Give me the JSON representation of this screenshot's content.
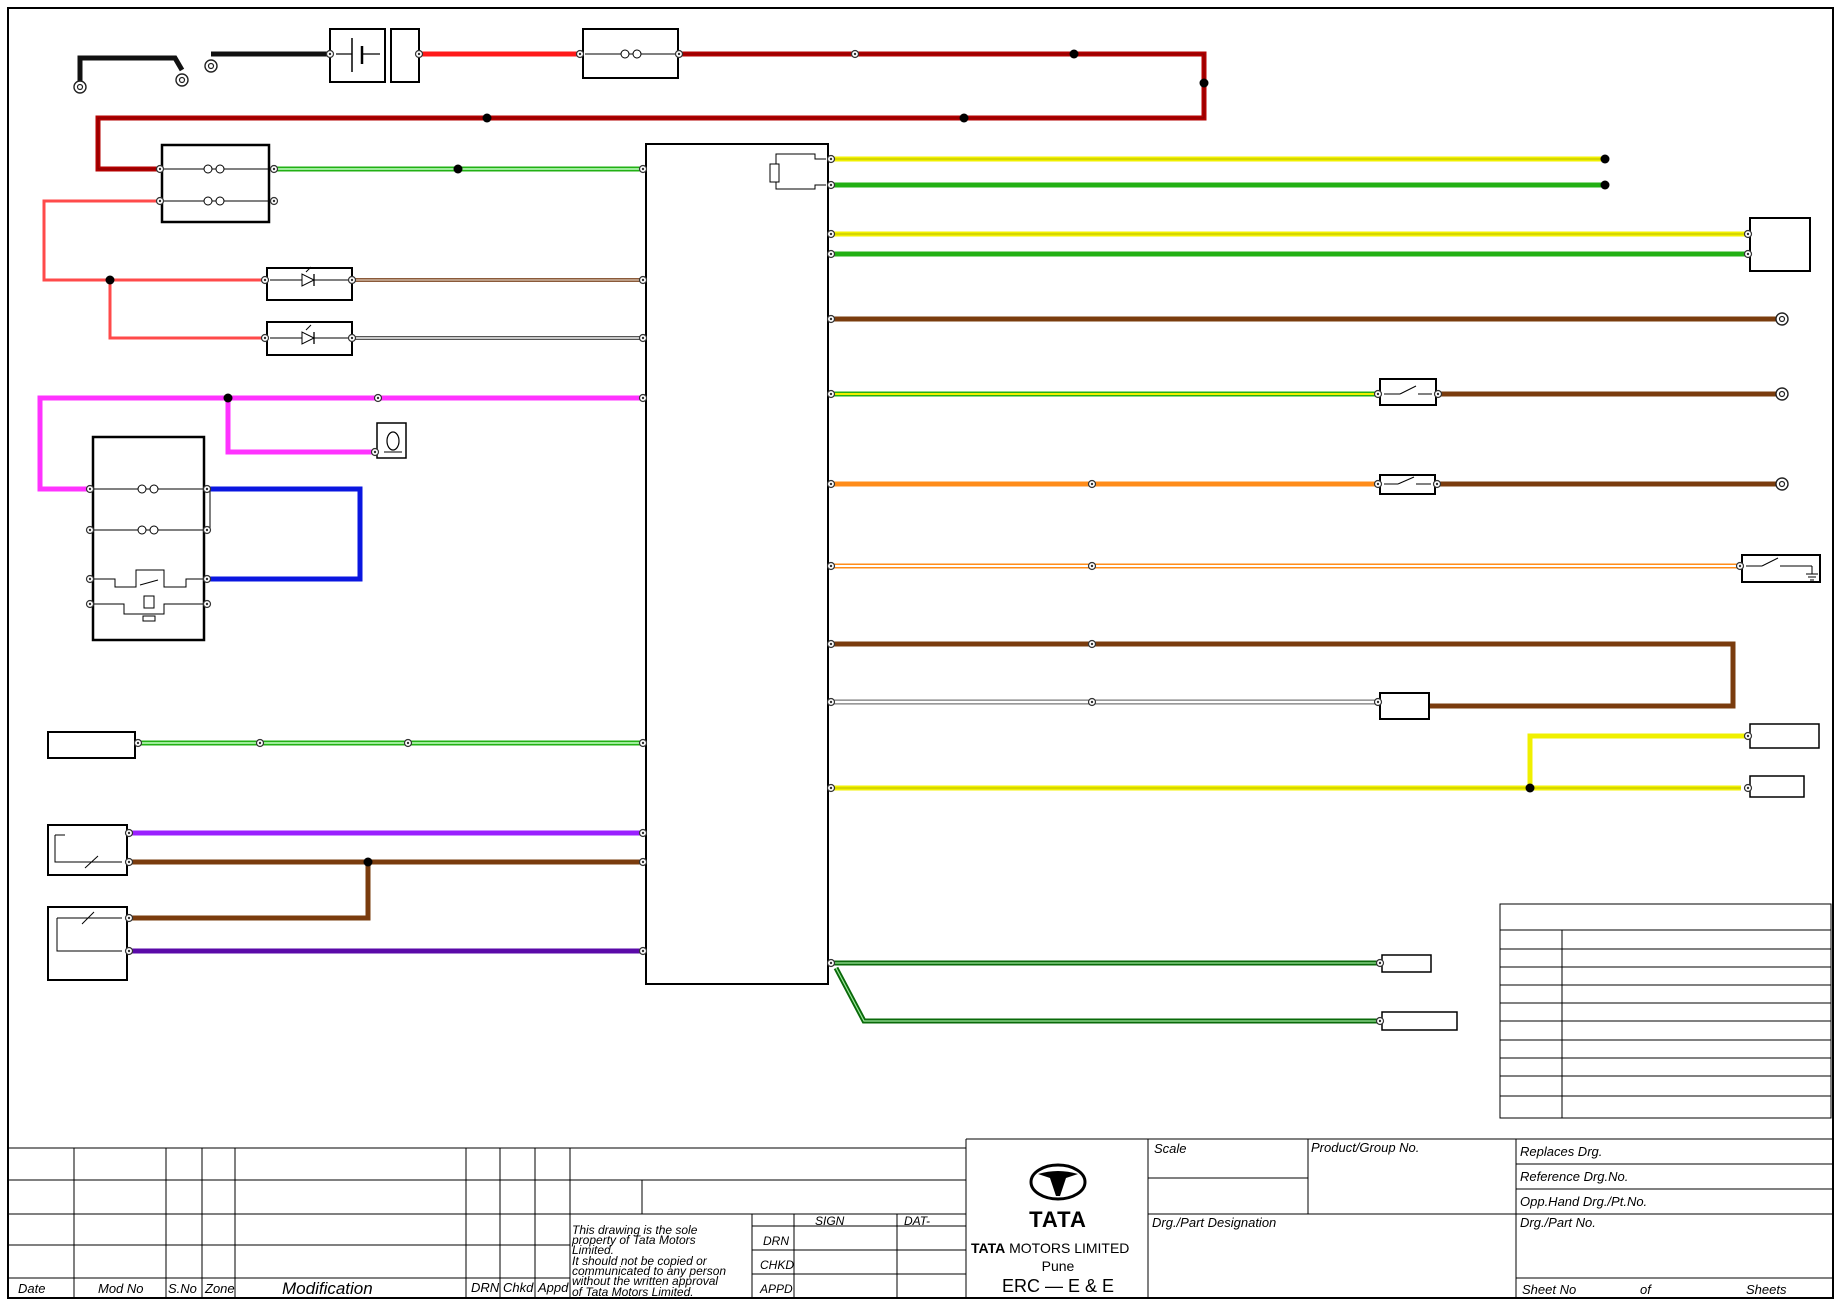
{
  "title_block": {
    "revision_headers": {
      "date": "Date",
      "mod_no": "Mod No",
      "s_no": "S.No",
      "zone": "Zone",
      "modification": "Modification",
      "drn": "DRN",
      "chkd": "Chkd",
      "appd": "Appd"
    },
    "disclaimer": [
      "This drawing is the sole",
      "property of Tata Motors",
      "Limited.",
      "  It should not be copied or",
      "communicated to any person",
      "without the written approval",
      "of Tata Motors Limited."
    ],
    "sign_header": "SIGN",
    "date_header": "DAT-",
    "role_drn": "DRN",
    "role_chkd": "CHKD",
    "role_appd": "APPD",
    "logo_text": "TATA",
    "company_brand": "TATA",
    "company_rest": "MOTORS LIMITED",
    "city": "Pune",
    "department": "ERC — E & E",
    "scale_label": "Scale",
    "product_group_label": "Product/Group No.",
    "replaces_label": "Replaces Drg.",
    "reference_label": "Reference Drg.No.",
    "opp_hand_label": "Opp.Hand Drg./Pt.No.",
    "designation_label": "Drg./Part Designation",
    "part_no_label": "Drg./Part No.",
    "sheet_no_label": "Sheet No",
    "of_label": "of",
    "sheets_label": "Sheets"
  },
  "wire_colors": {
    "red": "#ff1a1a",
    "dark_red": "#a00000",
    "yellow": "#f0f000",
    "green": "#22b014",
    "light_green": "#7df07d",
    "brown": "#7a3c0e",
    "magenta": "#ff33ff",
    "blue": "#0a16e0",
    "orange": "#ff8c1a",
    "violet": "#9a20ff",
    "dark_violet": "#5a0aa8",
    "dark_green": "#0a6a0a",
    "grey": "#9a9a9a"
  },
  "icons": [
    "battery-icon",
    "fuse-icon",
    "relay-icon",
    "diode-icon",
    "switch-icon",
    "ground-terminal-icon",
    "lamp-icon",
    "sensor-icon",
    "tata-logo-icon"
  ]
}
